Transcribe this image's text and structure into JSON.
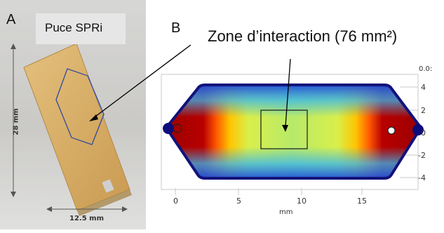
{
  "panel_a": {
    "letter": "A",
    "chip_title": "Puce SPRi",
    "height_dimension": "28 mm",
    "width_dimension": "12.5 mm"
  },
  "panel_b": {
    "letter": "B",
    "zone_title": "Zone d’interaction (76 mm²)",
    "x_ticks": [
      "0",
      "5",
      "10",
      "15"
    ],
    "x_unit": "mm",
    "y_ticks": [
      "4",
      "2",
      "0",
      "-2",
      "-4"
    ],
    "colorbar_top": "0.0:"
  },
  "colors": {
    "chip_gold": "#d8b06c",
    "outline_blue": "#3a4f9a",
    "field_red": "#a00000",
    "field_blue": "#2020c0",
    "field_yellow": "#f2e24a"
  }
}
